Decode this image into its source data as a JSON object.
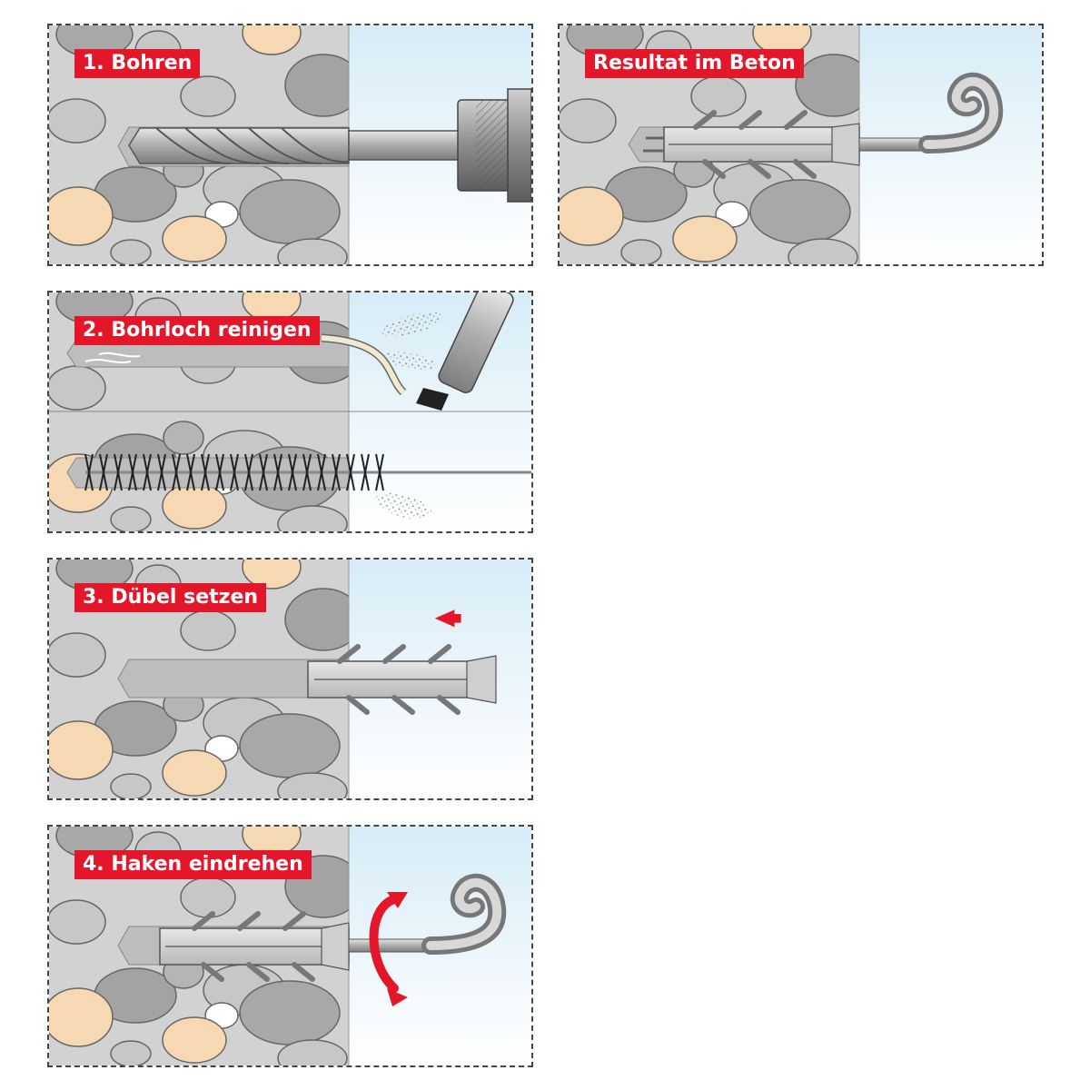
{
  "colors": {
    "accent": "#e4172a",
    "concrete": "#d2d2d2",
    "concrete_shaded": "#b9b9b9",
    "stone": "#a3a3a3",
    "stone_light": "#c8c8c8",
    "sand_stone": "#f6d9b3",
    "air_gradient_top": "#d7ecf7",
    "air_gradient_bottom": "#ffffff",
    "steel": "#b5b5b5",
    "outline": "#555555"
  },
  "panels": {
    "p1": {
      "title": "1. Bohren",
      "tool_icon": "drill-icon"
    },
    "p2": {
      "title": "2. Bohrloch reinigen",
      "tool_icon": "air-blower-icon"
    },
    "p3": {
      "title": "3. Dübel setzen",
      "tool_icon": "wall-plug-icon"
    },
    "p4": {
      "title": "4. Haken eindrehen",
      "tool_icon": "screw-hook-icon"
    },
    "p5": {
      "title": "Resultat im Beton",
      "tool_icon": "screw-hook-icon"
    }
  }
}
